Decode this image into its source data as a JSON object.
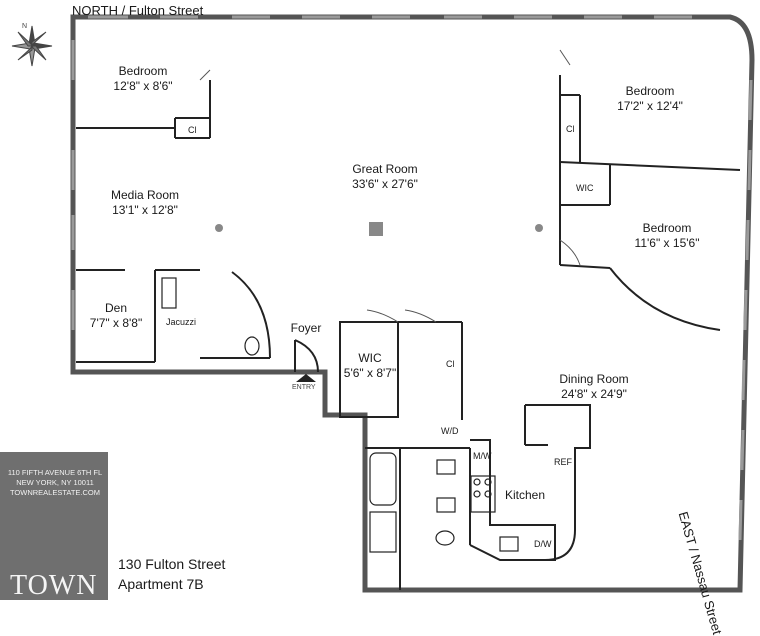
{
  "streets": {
    "north": "NORTH / Fulton Street",
    "east": "EAST / Nassau Street"
  },
  "rooms": {
    "bedroom_nw": {
      "name": "Bedroom",
      "dims": "12'8\" x 8'6\""
    },
    "media_room": {
      "name": "Media Room",
      "dims": "13'1\" x 12'8\""
    },
    "great_room": {
      "name": "Great Room",
      "dims": "33'6\" x 27'6\""
    },
    "bedroom_ne": {
      "name": "Bedroom",
      "dims": "17'2\" x 12'4\""
    },
    "bedroom_e": {
      "name": "Bedroom",
      "dims": "11'6\" x 15'6\""
    },
    "den": {
      "name": "Den",
      "dims": "7'7\" x 8'8\""
    },
    "wic_center": {
      "name": "WIC",
      "dims": "5'6\" x 8'7\""
    },
    "dining_room": {
      "name": "Dining Room",
      "dims": "24'8\" x 24'9\""
    },
    "kitchen": {
      "name": "Kitchen"
    }
  },
  "fixtures": {
    "cl_nw": "Cl",
    "cl_ne": "Cl",
    "cl_center": "Cl",
    "wic_ne": "WIC",
    "jacuzzi": "Jacuzzi",
    "wd": "W/D",
    "mw": "M/W",
    "ref": "REF",
    "dw": "D/W"
  },
  "foyer": "Foyer",
  "entry": "ENTRY",
  "compass_letter": "N",
  "brand": {
    "address_line1": "110 FIFTH AVENUE 6TH FL",
    "address_line2": "NEW YORK, NY 10011",
    "address_line3": "TOWNREALESTATE.COM",
    "name": "TOWN"
  },
  "listing": {
    "street": "130 Fulton Street",
    "unit": "Apartment 7B"
  }
}
